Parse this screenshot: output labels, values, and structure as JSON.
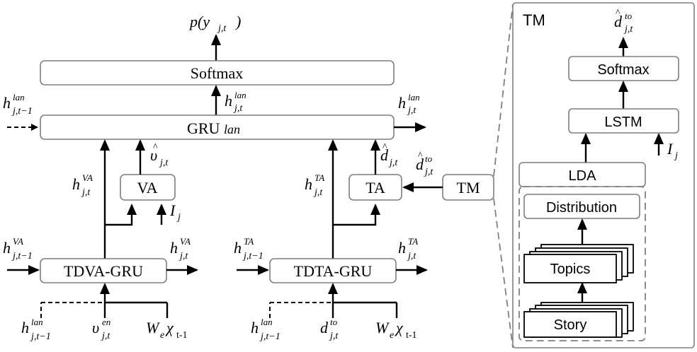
{
  "boxes": {
    "softmax": "Softmax",
    "gru_lan": "GRU",
    "gru_lan_suffix": "lan",
    "va": "VA",
    "ta": "TA",
    "tm": "TM",
    "tdva_gru": "TDVA-GRU",
    "tdta_gru": "TDTA-GRU"
  },
  "tm_panel": {
    "title": "TM",
    "softmax": "Softmax",
    "lstm": "LSTM",
    "lda": "LDA",
    "distribution": "Distribution",
    "topics": "Topics",
    "story": "Story",
    "input_I": "I",
    "input_I_sub": "j",
    "output": {
      "base": "d",
      "sup": "to",
      "sub": "j,t"
    }
  },
  "symbols": {
    "output_p": "p(y",
    "output_p_sub": "j,t",
    "output_p_close": ")",
    "h": "h",
    "sup_lan": "lan",
    "sup_va": "VA",
    "sup_ta": "TA",
    "sup_to": "to",
    "sup_en": "en",
    "sub_jt": "j,t",
    "sub_jt1": "j,t−1",
    "upsilon": "υ",
    "d": "d",
    "I": "I",
    "sub_j": "j",
    "W": "W",
    "sub_e": "e",
    "chi": "χ",
    "sub_t1": "t-1"
  }
}
